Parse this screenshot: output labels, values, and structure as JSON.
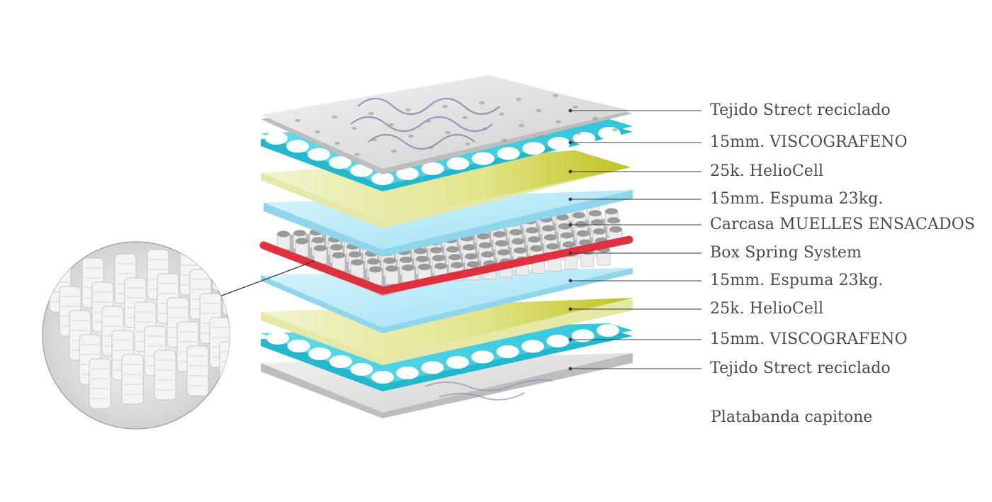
{
  "layers": [
    {
      "label": "Tejido Strect reciclado",
      "color": "#d9d9d9",
      "type": "fabric"
    },
    {
      "label": "15mm.  VISCOGRAFENO",
      "color": "#3ed3e6",
      "type": "visco"
    },
    {
      "label": "25k. HelioCell",
      "color": "#c8cc2a",
      "type": "heliocell"
    },
    {
      "label": "15mm. Espuma 23kg.",
      "color": "#a9e5f5",
      "type": "foam"
    },
    {
      "label": "Carcasa MUELLES ENSACADOS",
      "color": "#9a9a9a",
      "type": "springs"
    },
    {
      "label": "Box Spring System",
      "color": "#e03040",
      "type": "box-spring"
    },
    {
      "label": "15mm. Espuma 23kg.",
      "color": "#a9e5f5",
      "type": "foam"
    },
    {
      "label": "25k. HelioCell",
      "color": "#c8cc2a",
      "type": "heliocell"
    },
    {
      "label": "15mm.  VISCOGRAFENO",
      "color": "#3ed3e6",
      "type": "visco"
    },
    {
      "label": "Tejido Strect reciclado",
      "color": "#d9d9d9",
      "type": "fabric"
    }
  ],
  "footer_note": "Platabanda capitone",
  "detail_view": {
    "subject": "pocket springs close-up",
    "icon": "magnify-circle"
  },
  "colors": {
    "text": "#4a4a4a",
    "leader": "#3a3a3a"
  }
}
